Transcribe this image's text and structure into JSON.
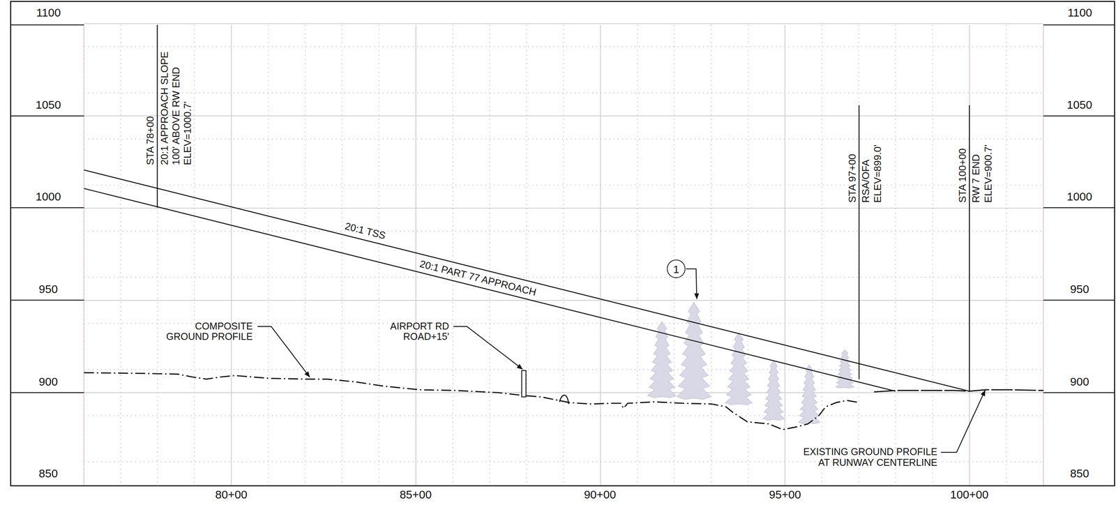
{
  "diagram": {
    "nodes": [
      {
        "text": [
          "1"
        ]
      }
    ],
    "labels": [
      "1100",
      "1050",
      "1000",
      "950",
      "900",
      "850",
      "1100",
      "1050",
      "1000",
      "950",
      "900",
      "850",
      "80+00",
      "85+00",
      "90+00",
      "95+00",
      "100+00",
      "STA 78+00",
      "20:1 APPROACH SLOPE",
      "100' ABOVE RW END",
      "ELEV=1000.7'",
      "STA 97+00",
      "RSA/OFA",
      "ELEV=899.0'",
      "STA 100+00",
      "RW 7 END",
      "ELEV=900.7'",
      "20:1 TSS",
      "20:1 PART 77 APPROACH",
      "COMPOSITE GROUND PROFILE",
      "AIRPORT RD ROAD+15'",
      "EXISTING GROUND PROFILE AT RUNWAY CENTERLINE"
    ]
  }
}
